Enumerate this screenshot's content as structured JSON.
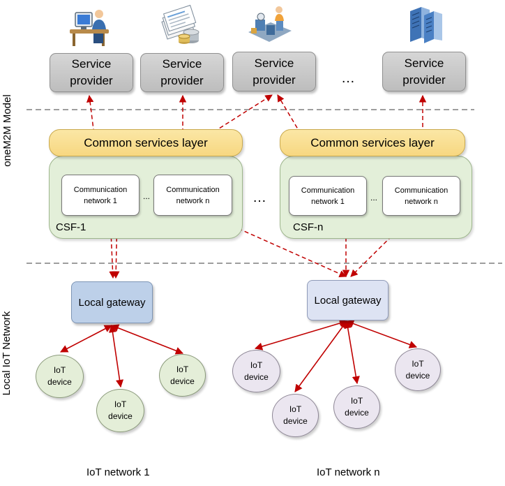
{
  "service_providers": [
    {
      "line1": "Service",
      "line2": "provider",
      "icon": "person-at-computer-icon"
    },
    {
      "line1": "Service",
      "line2": "provider",
      "icon": "documents-coins-icon"
    },
    {
      "line1": "Service",
      "line2": "provider",
      "icon": "factory-worker-icon"
    },
    {
      "line1": "Service",
      "line2": "provider",
      "icon": "server-rack-icon"
    }
  ],
  "provider_ellipsis": "…",
  "common_services_layer": [
    "Common services layer",
    "Common services layer"
  ],
  "csf": [
    {
      "label": "CSF-1",
      "networks": [
        {
          "line1": "Communication",
          "line2": "network 1"
        },
        {
          "line1": "Communication",
          "line2": "network n"
        }
      ]
    },
    {
      "label": "CSF-n",
      "networks": [
        {
          "line1": "Communication",
          "line2": "network 1"
        },
        {
          "line1": "Communication",
          "line2": "network n"
        }
      ]
    }
  ],
  "inner_ellipsis": "...",
  "csf_ellipsis": "…",
  "gateways": [
    "Local gateway",
    "Local gateway"
  ],
  "devices": {
    "line1": "IoT",
    "line2": "device"
  },
  "network_labels": [
    "IoT network 1",
    "IoT network n"
  ],
  "side_labels": {
    "top": "oneM2M Model",
    "bottom": "Local IoT Network"
  },
  "colors": {
    "arrow": "#c00000",
    "separator": "#7f7f7f",
    "service_provider": "#c8c8c8",
    "common_services_layer": "#f9df8c",
    "csf": "#e3efd9",
    "gateway_1": "#bdd0e9",
    "gateway_n": "#dde3f3",
    "device_1": "#e4eed8",
    "device_n": "#ebe6f0"
  }
}
